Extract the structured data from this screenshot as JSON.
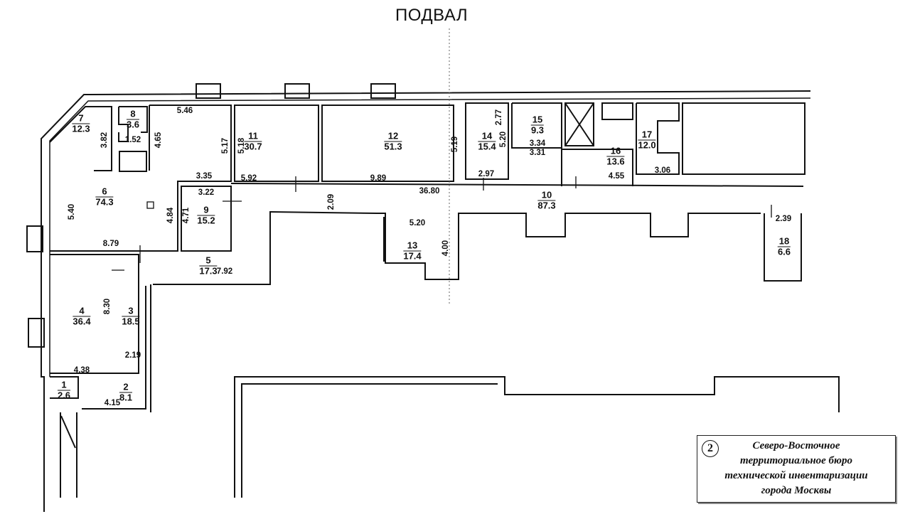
{
  "title": "ПОДВАЛ",
  "rooms": [
    {
      "number": "1",
      "area": "2.6"
    },
    {
      "number": "2",
      "area": "8.1"
    },
    {
      "number": "3",
      "area": "18.5"
    },
    {
      "number": "4",
      "area": "36.4"
    },
    {
      "number": "5",
      "area": "17.3"
    },
    {
      "number": "6",
      "area": "74.3"
    },
    {
      "number": "7",
      "area": "12.3"
    },
    {
      "number": "8",
      "area": "3.6"
    },
    {
      "number": "9",
      "area": "15.2"
    },
    {
      "number": "10",
      "area": "87.3"
    },
    {
      "number": "11",
      "area": "30.7"
    },
    {
      "number": "12",
      "area": "51.3"
    },
    {
      "number": "13",
      "area": "17.4"
    },
    {
      "number": "14",
      "area": "15.4"
    },
    {
      "number": "15",
      "area": "9.3"
    },
    {
      "number": "16",
      "area": "13.6"
    },
    {
      "number": "17",
      "area": "12.0"
    },
    {
      "number": "18",
      "area": "6.6"
    }
  ],
  "dimensions": [
    "5.46",
    "3.82",
    "1.52",
    "4.65",
    "5.17",
    "5.18",
    "3.35",
    "5.92",
    "9.89",
    "5.19",
    "5.20",
    "2.97",
    "2.77",
    "3.34",
    "3.31",
    "4.55",
    "3.06",
    "36.80",
    "2.09",
    "3.22",
    "5.40",
    "4.84",
    "4.71",
    "8.79",
    "7.92",
    "5.20",
    "4.00",
    "2.39",
    "8.30",
    "2.19",
    "4.38",
    "4.15"
  ],
  "stamp": {
    "number": "2",
    "lines": [
      "Северо-Восточное",
      "территориальное бюро",
      "технической инвентаризации",
      "города Москвы"
    ]
  }
}
